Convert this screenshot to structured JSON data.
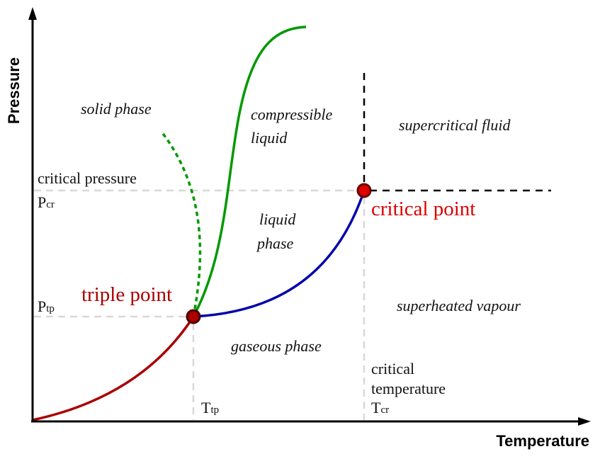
{
  "axes": {
    "y_title": "Pressure",
    "x_title": "Temperature"
  },
  "regions": {
    "solid": "solid phase",
    "compressible_1": "compressible",
    "compressible_2": "liquid",
    "liquid_1": "liquid",
    "liquid_2": "phase",
    "supercritical": "supercritical fluid",
    "superheated": "superheated vapour",
    "gaseous": "gaseous phase"
  },
  "labels": {
    "critical_pressure": "critical pressure",
    "p_cr_main": "P",
    "p_cr_sub": "cr",
    "p_tp_main": "P",
    "p_tp_sub": "tp",
    "t_tp_main": "T",
    "t_tp_sub": "tp",
    "critical_temperature_1": "critical",
    "critical_temperature_2": "temperature",
    "t_cr_main": "T",
    "t_cr_sub": "cr",
    "triple_point": "triple point",
    "critical_point": "critical point"
  },
  "colors": {
    "sublimation": "#aa0000",
    "vaporization": "#0000aa",
    "melting": "#009900",
    "triple_point": "#aa0000",
    "critical_point": "#dd0000",
    "guides": "#d8d8d8"
  }
}
